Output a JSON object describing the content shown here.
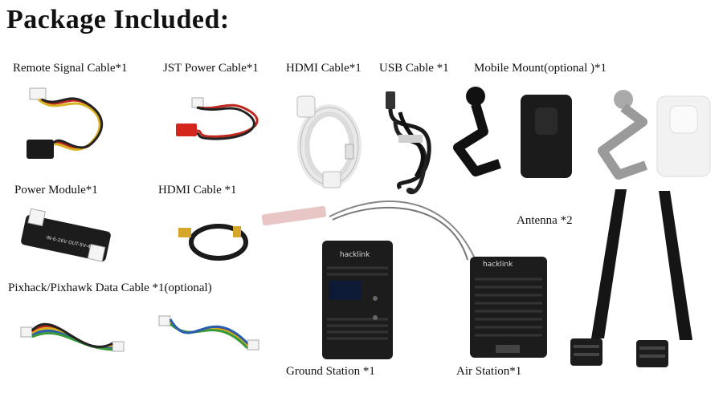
{
  "title": "Package Included:",
  "labels": {
    "remote_signal_cable": "Remote Signal Cable*1",
    "jst_power_cable": "JST Power Cable*1",
    "hdmi_cable_1": "HDMI Cable*1",
    "usb_cable": "USB Cable *1",
    "mobile_mount": "Mobile Mount(optional )*1",
    "power_module": "Power Module*1",
    "hdmi_cable_2": "HDMI Cable *1",
    "antenna": "Antenna *2",
    "data_cable": "Pixhack/Pixhawk Data Cable *1(optional)",
    "ground_station": "Ground Station *1",
    "air_station": "Air Station*1"
  },
  "device_brand": "hacklink",
  "power_module_text": "IN-6-26V  OUT-5V-4A",
  "colors": {
    "device_body": "#1c1c1c",
    "cable_red": "#c0281e",
    "cable_yellow": "#d8b21e",
    "cable_black": "#222222",
    "cable_white": "#eeeeee",
    "mount_gray": "#9a9a9a"
  }
}
